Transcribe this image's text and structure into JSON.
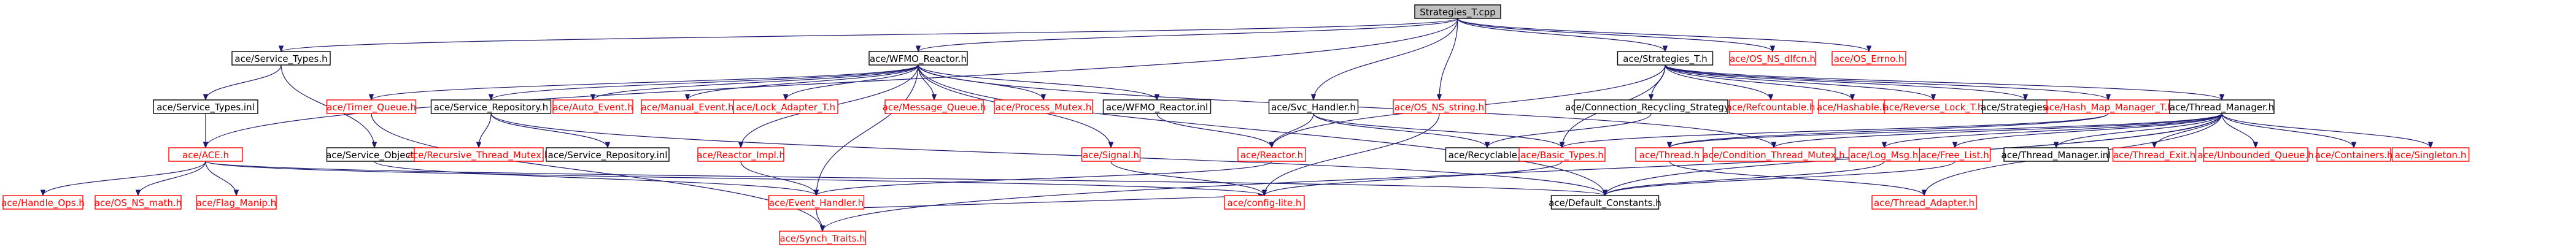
{
  "colors": {
    "edge": "#191970",
    "root_fill": "#bfbfbf",
    "local_text": "#000000",
    "external_text": "#ff0000",
    "local_border": "#000000",
    "external_border": "#ff0000",
    "node_fill": "#ffffff"
  },
  "nodes": [
    {
      "id": "n0",
      "label": "Strategies_T.cpp",
      "kind": "root"
    },
    {
      "id": "n1",
      "label": "ace/Service_Types.h",
      "kind": "local"
    },
    {
      "id": "n2",
      "label": "ace/WFMO_Reactor.h",
      "kind": "local"
    },
    {
      "id": "n3",
      "label": "ace/Strategies_T.h",
      "kind": "local"
    },
    {
      "id": "n4",
      "label": "ace/OS_NS_dlfcn.h",
      "kind": "external"
    },
    {
      "id": "n5",
      "label": "ace/OS_Errno.h",
      "kind": "external"
    },
    {
      "id": "n6",
      "label": "ace/Service_Types.inl",
      "kind": "local"
    },
    {
      "id": "n7",
      "label": "ace/Timer_Queue.h",
      "kind": "external"
    },
    {
      "id": "n8",
      "label": "ace/Service_Repository.h",
      "kind": "local"
    },
    {
      "id": "n9",
      "label": "ace/Auto_Event.h",
      "kind": "external"
    },
    {
      "id": "n10",
      "label": "ace/Manual_Event.h",
      "kind": "external"
    },
    {
      "id": "n11",
      "label": "ace/Lock_Adapter_T.h",
      "kind": "external"
    },
    {
      "id": "n12",
      "label": "ace/Message_Queue.h",
      "kind": "external"
    },
    {
      "id": "n13",
      "label": "ace/Process_Mutex.h",
      "kind": "external"
    },
    {
      "id": "n14",
      "label": "ace/WFMO_Reactor.inl",
      "kind": "local"
    },
    {
      "id": "n15",
      "label": "ace/Svc_Handler.h",
      "kind": "local"
    },
    {
      "id": "n16",
      "label": "ace/OS_NS_string.h",
      "kind": "external"
    },
    {
      "id": "n17",
      "label": "ace/Connection_Recycling_Strategy.h",
      "kind": "local"
    },
    {
      "id": "n18",
      "label": "ace/Refcountable.h",
      "kind": "external"
    },
    {
      "id": "n19",
      "label": "ace/Hashable.h",
      "kind": "external"
    },
    {
      "id": "n20",
      "label": "ace/Reverse_Lock_T.h",
      "kind": "external"
    },
    {
      "id": "n21",
      "label": "ace/Strategies_T.inl",
      "kind": "local"
    },
    {
      "id": "n22",
      "label": "ace/Hash_Map_Manager_T.h",
      "kind": "external"
    },
    {
      "id": "n23",
      "label": "ace/Thread_Manager.h",
      "kind": "local"
    },
    {
      "id": "n24",
      "label": "ace/ACE.h",
      "kind": "external"
    },
    {
      "id": "n25",
      "label": "ace/Service_Object.h",
      "kind": "local"
    },
    {
      "id": "n26",
      "label": "ace/Recursive_Thread_Mutex.h",
      "kind": "external"
    },
    {
      "id": "n27",
      "label": "ace/Service_Repository.inl",
      "kind": "local"
    },
    {
      "id": "n28",
      "label": "ace/Reactor_Impl.h",
      "kind": "external"
    },
    {
      "id": "n29",
      "label": "ace/Signal.h",
      "kind": "external"
    },
    {
      "id": "n30",
      "label": "ace/Reactor.h",
      "kind": "external"
    },
    {
      "id": "n31",
      "label": "ace/Recyclable.h",
      "kind": "local"
    },
    {
      "id": "n32",
      "label": "ace/Basic_Types.h",
      "kind": "external"
    },
    {
      "id": "n33",
      "label": "ace/Thread.h",
      "kind": "external"
    },
    {
      "id": "n34",
      "label": "ace/Condition_Thread_Mutex.h",
      "kind": "external"
    },
    {
      "id": "n35",
      "label": "ace/Log_Msg.h",
      "kind": "external"
    },
    {
      "id": "n36",
      "label": "ace/Free_List.h",
      "kind": "external"
    },
    {
      "id": "n37",
      "label": "ace/Thread_Manager.inl",
      "kind": "local"
    },
    {
      "id": "n38",
      "label": "ace/Thread_Exit.h",
      "kind": "external"
    },
    {
      "id": "n39",
      "label": "ace/Unbounded_Queue.h",
      "kind": "external"
    },
    {
      "id": "n40",
      "label": "ace/Containers.h",
      "kind": "external"
    },
    {
      "id": "n41",
      "label": "ace/Singleton.h",
      "kind": "external"
    },
    {
      "id": "n42",
      "label": "ace/Handle_Ops.h",
      "kind": "external"
    },
    {
      "id": "n43",
      "label": "ace/OS_NS_math.h",
      "kind": "external"
    },
    {
      "id": "n44",
      "label": "ace/Flag_Manip.h",
      "kind": "external"
    },
    {
      "id": "n45",
      "label": "ace/Event_Handler.h",
      "kind": "external"
    },
    {
      "id": "n46",
      "label": "ace/config-lite.h",
      "kind": "external"
    },
    {
      "id": "n47",
      "label": "ace/Default_Constants.h",
      "kind": "local"
    },
    {
      "id": "n48",
      "label": "ace/Thread_Adapter.h",
      "kind": "external"
    },
    {
      "id": "n49",
      "label": "ace/Synch_Traits.h",
      "kind": "external"
    }
  ],
  "edges": [
    [
      "n0",
      "n1"
    ],
    [
      "n0",
      "n2"
    ],
    [
      "n0",
      "n3"
    ],
    [
      "n0",
      "n4"
    ],
    [
      "n0",
      "n5"
    ],
    [
      "n0",
      "n24"
    ],
    [
      "n0",
      "n15"
    ],
    [
      "n0",
      "n16"
    ],
    [
      "n1",
      "n6"
    ],
    [
      "n1",
      "n25"
    ],
    [
      "n6",
      "n24"
    ],
    [
      "n2",
      "n7"
    ],
    [
      "n2",
      "n8"
    ],
    [
      "n2",
      "n9"
    ],
    [
      "n2",
      "n10"
    ],
    [
      "n2",
      "n11"
    ],
    [
      "n2",
      "n12"
    ],
    [
      "n2",
      "n13"
    ],
    [
      "n2",
      "n14"
    ],
    [
      "n2",
      "n29"
    ],
    [
      "n2",
      "n28"
    ],
    [
      "n2",
      "n45"
    ],
    [
      "n2",
      "n34"
    ],
    [
      "n2",
      "n47"
    ],
    [
      "n8",
      "n26"
    ],
    [
      "n8",
      "n27"
    ],
    [
      "n8",
      "n47"
    ],
    [
      "n7",
      "n49"
    ],
    [
      "n14",
      "n30"
    ],
    [
      "n3",
      "n17"
    ],
    [
      "n3",
      "n18"
    ],
    [
      "n3",
      "n19"
    ],
    [
      "n3",
      "n20"
    ],
    [
      "n3",
      "n21"
    ],
    [
      "n3",
      "n22"
    ],
    [
      "n3",
      "n23"
    ],
    [
      "n3",
      "n30"
    ],
    [
      "n3",
      "n32"
    ],
    [
      "n17",
      "n31"
    ],
    [
      "n15",
      "n30"
    ],
    [
      "n15",
      "n31"
    ],
    [
      "n15",
      "n32"
    ],
    [
      "n16",
      "n46"
    ],
    [
      "n22",
      "n32"
    ],
    [
      "n22",
      "n33"
    ],
    [
      "n23",
      "n33"
    ],
    [
      "n23",
      "n34"
    ],
    [
      "n23",
      "n35"
    ],
    [
      "n23",
      "n36"
    ],
    [
      "n23",
      "n37"
    ],
    [
      "n23",
      "n38"
    ],
    [
      "n23",
      "n39"
    ],
    [
      "n23",
      "n40"
    ],
    [
      "n23",
      "n41"
    ],
    [
      "n23",
      "n47"
    ],
    [
      "n23",
      "n48"
    ],
    [
      "n23",
      "n49"
    ],
    [
      "n24",
      "n42"
    ],
    [
      "n24",
      "n43"
    ],
    [
      "n24",
      "n44"
    ],
    [
      "n24",
      "n46"
    ],
    [
      "n24",
      "n47"
    ],
    [
      "n25",
      "n45"
    ],
    [
      "n28",
      "n45"
    ],
    [
      "n29",
      "n46"
    ],
    [
      "n30",
      "n45"
    ],
    [
      "n32",
      "n46"
    ],
    [
      "n35",
      "n47"
    ],
    [
      "n36",
      "n47"
    ],
    [
      "n33",
      "n48"
    ],
    [
      "n45",
      "n46"
    ],
    [
      "n45",
      "n49"
    ]
  ]
}
